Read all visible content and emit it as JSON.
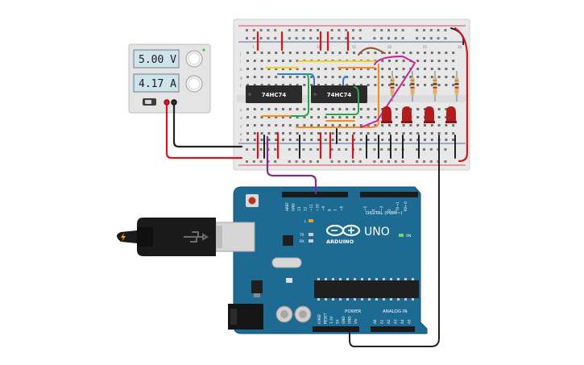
{
  "power_supply": {
    "voltage": "5.00 V",
    "current": "4.17 A"
  },
  "chips": [
    {
      "label": "74HC74"
    },
    {
      "label": "74HC74"
    }
  ],
  "arduino": {
    "brand": "ARDUINO",
    "model": "UNO",
    "digital_label": "DIGITAL (PWM~)",
    "power_label": "POWER",
    "analog_label": "ANALOG IN",
    "on_label": "ON",
    "tx_label": "TX",
    "rx_label": "RX",
    "l_label": "L",
    "top_header_labels": [
      "AREF",
      "GND",
      "13",
      "12",
      "~11",
      "~10",
      "~9",
      "8",
      "7",
      "~6",
      "~5",
      "4",
      "~3",
      "2",
      "TX→1",
      "RX←0"
    ],
    "power_pins": [
      "IOREF",
      "RESET",
      "3.3V",
      "5V",
      "GND",
      "GND",
      "Vin"
    ],
    "analog_pins": [
      "A0",
      "A1",
      "A2",
      "A3",
      "A4",
      "A5"
    ]
  },
  "breadboard": {
    "row_letters_top": [
      "j",
      "i",
      "h",
      "g",
      "f"
    ],
    "row_letters_bottom": [
      "e",
      "d",
      "c",
      "b",
      "a"
    ],
    "column_numbers": [
      "1",
      "5",
      "10",
      "15",
      "20",
      "25",
      "30"
    ]
  },
  "colors": {
    "arduino_blue": "#1d6a93",
    "wire_red": "#d4161c",
    "wire_black": "#222222",
    "wire_purple": "#7d2e8a",
    "led_red": "#b01e1e"
  }
}
